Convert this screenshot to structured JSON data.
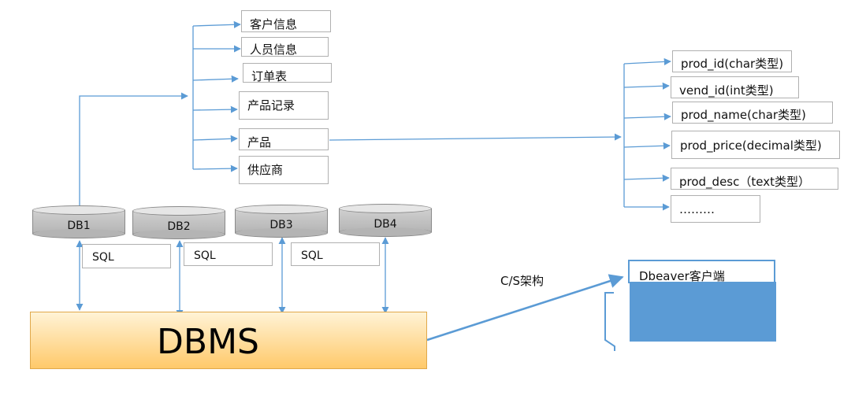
{
  "tables": [
    {
      "label": "客户信息"
    },
    {
      "label": "人员信息"
    },
    {
      "label": "订单表"
    },
    {
      "label": "产品记录"
    },
    {
      "label": "产品"
    },
    {
      "label": "供应商"
    }
  ],
  "fields": [
    {
      "label": "prod_id(char类型)"
    },
    {
      "label": "vend_id(int类型)"
    },
    {
      "label": "prod_name(char类型)"
    },
    {
      "label": "prod_price(decimal类型)"
    },
    {
      "label": "prod_desc（text类型）"
    },
    {
      "label": "………"
    }
  ],
  "databases": [
    {
      "label": "DB1"
    },
    {
      "label": "DB2"
    },
    {
      "label": "DB3"
    },
    {
      "label": "DB4"
    }
  ],
  "sql_labels": [
    "SQL",
    "SQL",
    "SQL"
  ],
  "dbms": {
    "label": "DBMS"
  },
  "connection": {
    "label": "C/S架构"
  },
  "client": {
    "label": "Dbeaver客户端"
  },
  "colors": {
    "arrow": "#5b9bd5",
    "dbms_fill": "#ffc96a",
    "client_fill": "#5b9bd5"
  }
}
